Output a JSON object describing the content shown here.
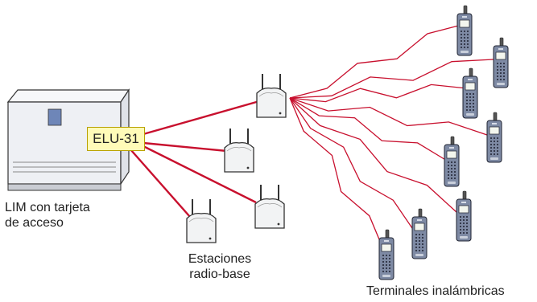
{
  "labels": {
    "elu": "ELU-31",
    "lim": [
      "LIM con tarjeta",
      "de acceso"
    ],
    "base_stations": [
      "Estaciones",
      "radio-base"
    ],
    "terminals": "Terminales inalámbricas"
  },
  "colors": {
    "link": "#c8102e",
    "elu_fill": "#fffbb8",
    "elu_border": "#b9a200",
    "handset_body": "#7e8aa4",
    "handset_screen": "#f3f6ee",
    "lim_body": "#eef0f4",
    "lim_window": "#6e86b8",
    "base_station": "#f2f3f4"
  },
  "icons": [
    "lim-cabinet",
    "base-station",
    "wireless-handset"
  ]
}
